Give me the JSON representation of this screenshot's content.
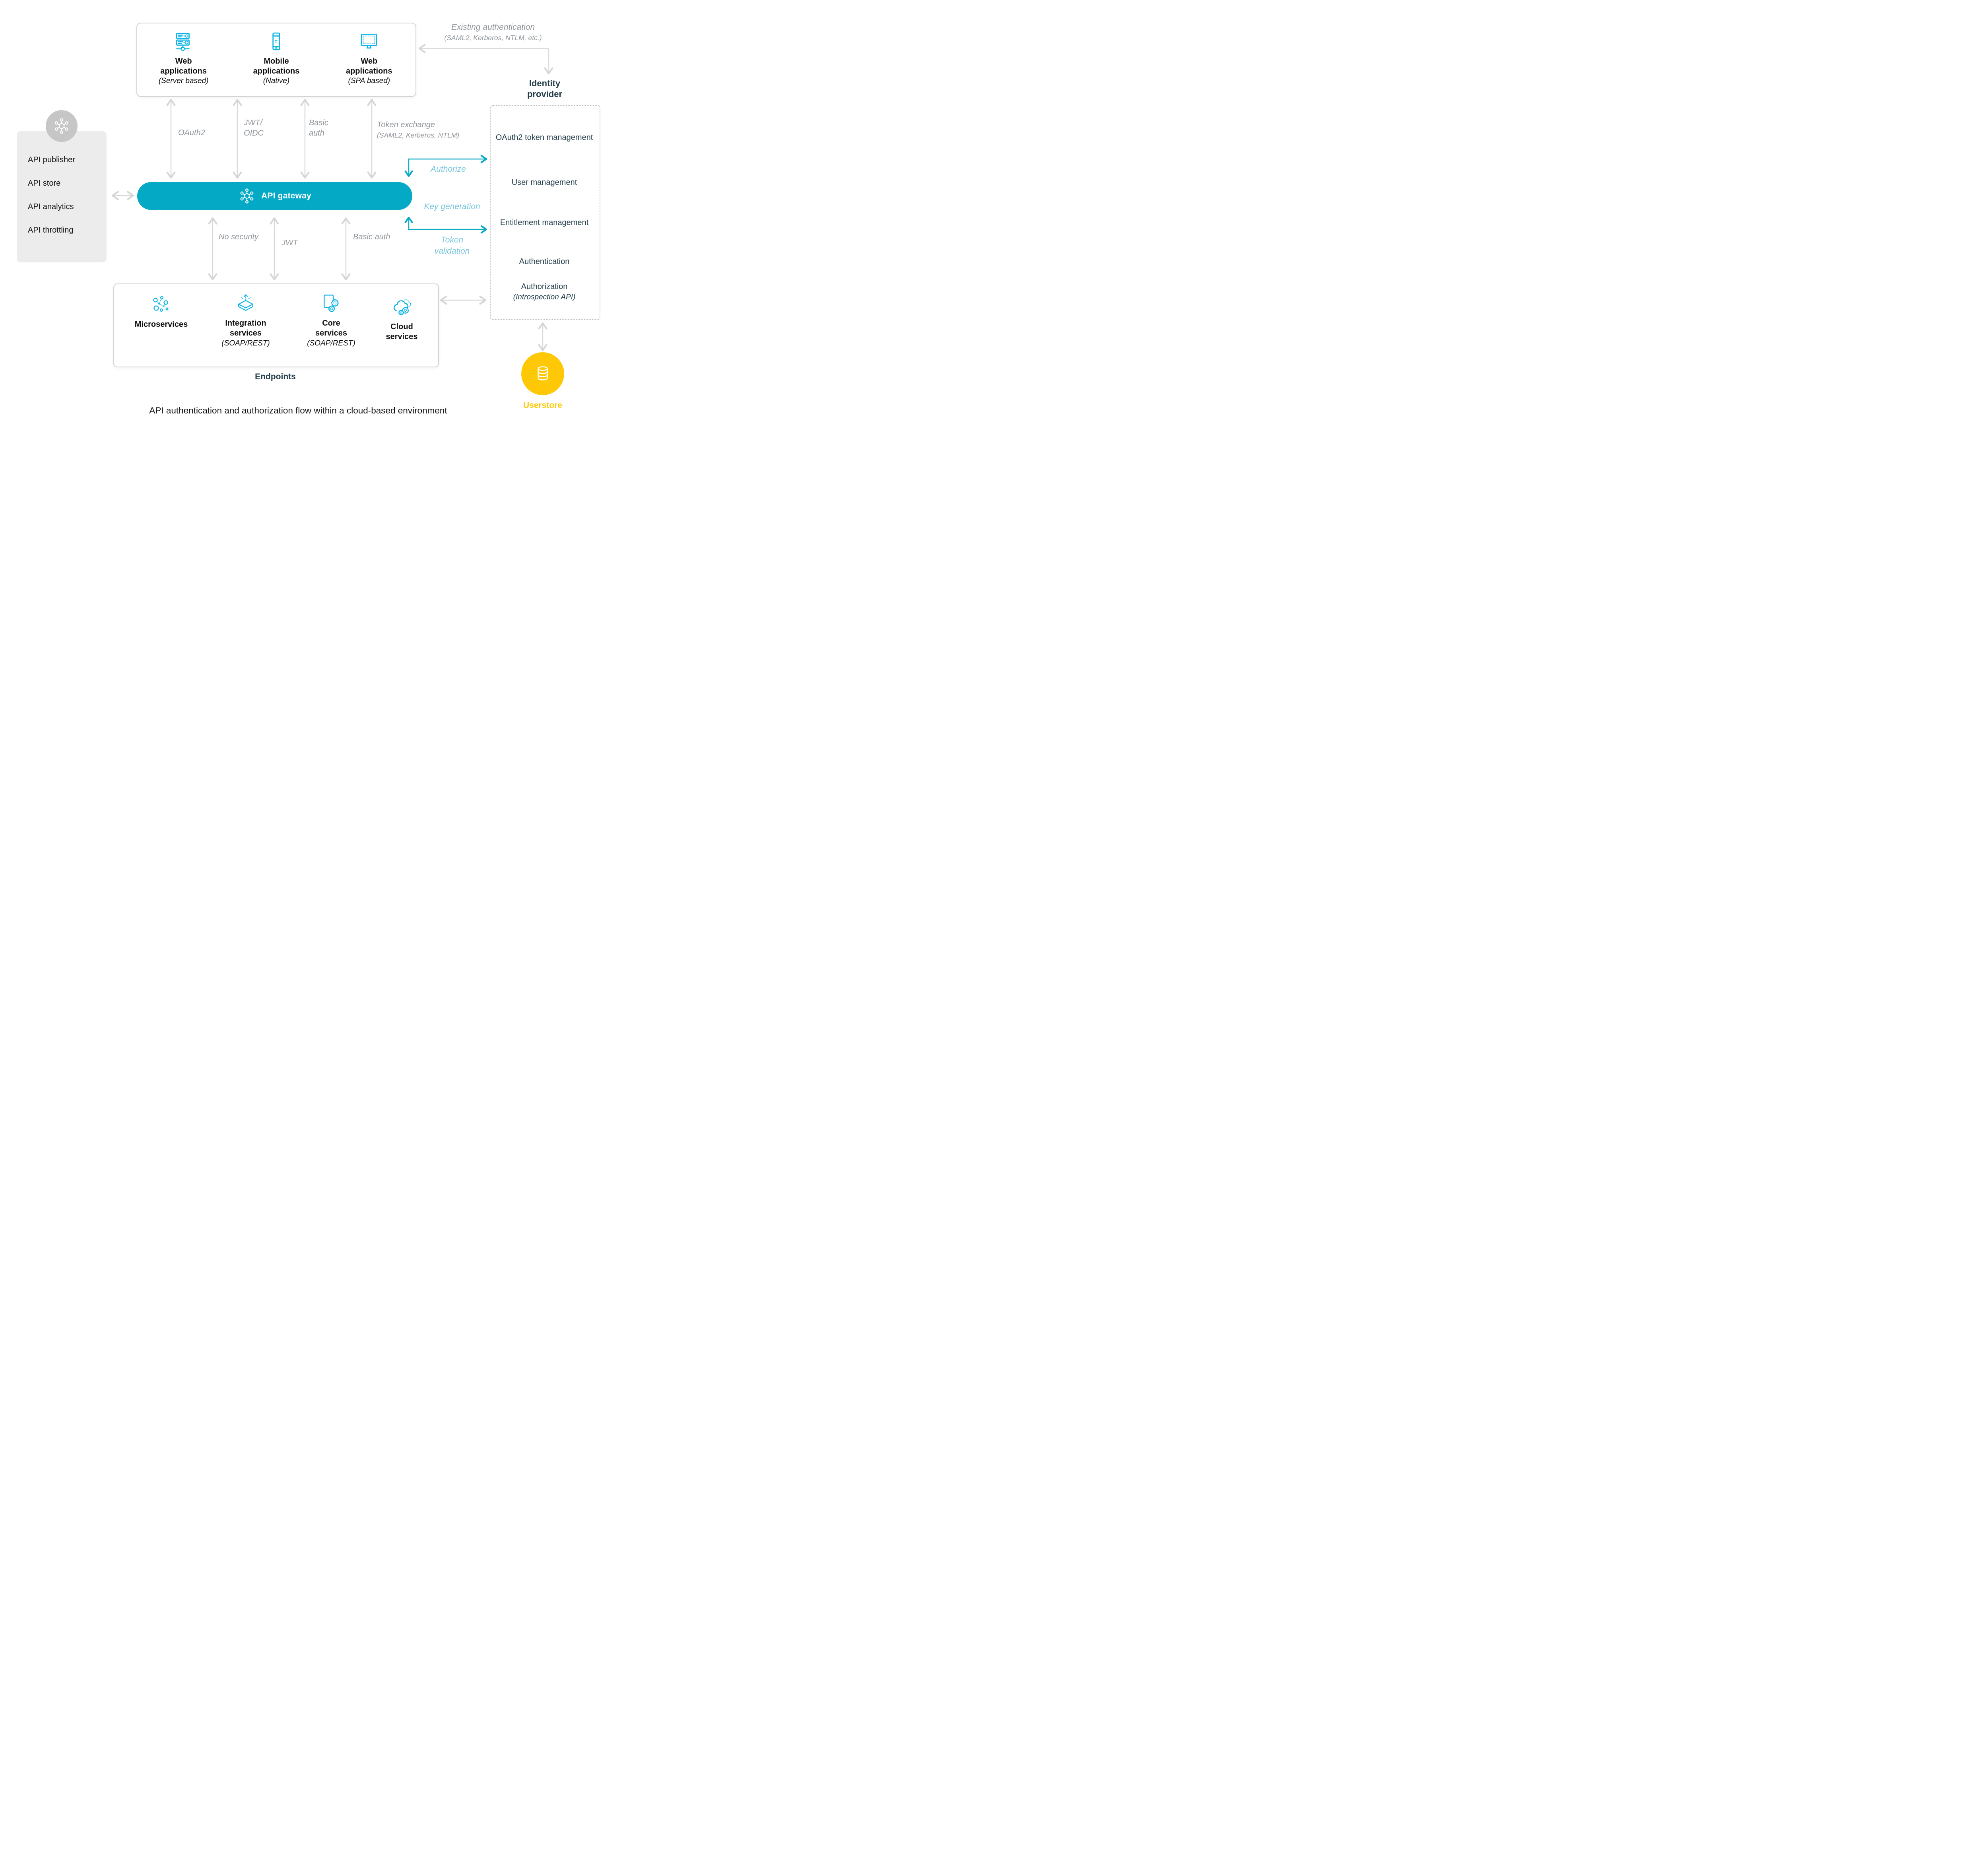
{
  "caption": "API authentication and authorization flow within a cloud-based environment",
  "colors": {
    "gateway_teal": "#04a9c6",
    "icon_cyan": "#0db4e6",
    "userstore_yellow": "#ffc806",
    "heading_navy": "#233e4a",
    "flow_label_gray": "#90969c",
    "blue_flow_label": "#7cc7de",
    "arrow_gray": "#d9d9d9"
  },
  "client_apps": {
    "items": [
      {
        "title": "Web applications",
        "subtitle": "(Server based)",
        "icon": "server-icon"
      },
      {
        "title": "Mobile applications",
        "subtitle": "(Native)",
        "icon": "mobile-icon"
      },
      {
        "title": "Web applications",
        "subtitle": "(SPA based)",
        "icon": "monitor-icon"
      }
    ]
  },
  "existing_auth": {
    "line1": "Existing authentication",
    "line2": "(SAML2, Kerberos, NTLM, etc.)"
  },
  "identity_provider": {
    "title_line1": "Identity",
    "title_line2": "provider",
    "items": [
      "OAuth2 token management",
      "User management",
      "Entitlement management",
      "Authentication",
      "Authorization"
    ],
    "authorization_note": "(Introspection API)"
  },
  "api_management": {
    "items": [
      "API publisher",
      "API store",
      "API analytics",
      "API throttling"
    ]
  },
  "gateway": {
    "label": "API gateway"
  },
  "flows_top": {
    "oauth2": "OAuth2",
    "jwt_line1": "JWT/",
    "jwt_line2": "OIDC",
    "basic_line1": "Basic",
    "basic_line2": "auth",
    "token_exchange_line1": "Token exchange",
    "token_exchange_line2": "(SAML2, Kerberos, NTLM)"
  },
  "flows_idp": {
    "authorize": "Authorize",
    "key_generation": "Key generation",
    "token_validation": "Token validation"
  },
  "flows_bottom": {
    "no_security": "No security",
    "jwt": "JWT",
    "basic_auth": "Basic auth"
  },
  "endpoints": {
    "box_label": "Endpoints",
    "items": [
      {
        "title": "Microservices",
        "subtitle": "",
        "icon": "microservices-icon"
      },
      {
        "title": "Integration services",
        "subtitle": "(SOAP/REST)",
        "icon": "integration-icon"
      },
      {
        "title": "Core services",
        "subtitle": "(SOAP/REST)",
        "icon": "core-services-icon"
      },
      {
        "title": "Cloud services",
        "subtitle": "",
        "icon": "cloud-icon"
      }
    ]
  },
  "userstore": {
    "label": "Userstore"
  }
}
